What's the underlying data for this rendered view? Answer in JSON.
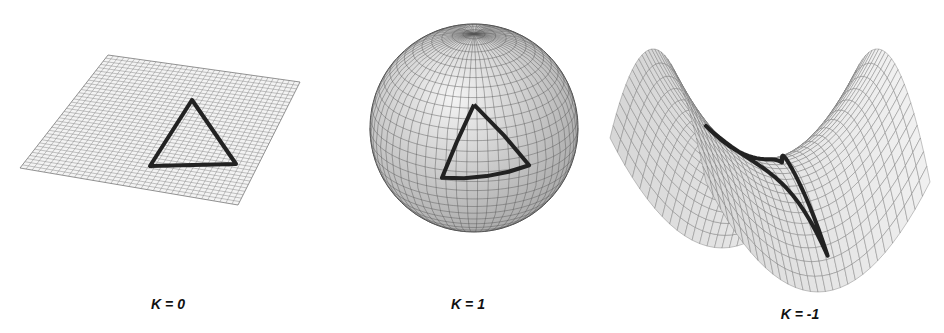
{
  "diagram": {
    "labels": [
      "K = 0",
      "K = 1",
      "K = -1"
    ]
  }
}
